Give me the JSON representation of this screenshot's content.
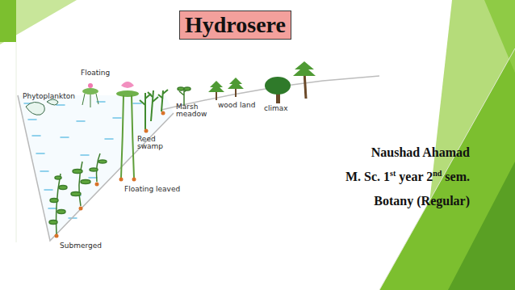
{
  "diagram": {
    "title": "Hydrosere",
    "labels": [
      "Phytoplankton",
      "Floating",
      "Marsh meadow",
      "wood land",
      "climax",
      "Reed swamp",
      "Floating leaved",
      "Submerged",
      "Naushad Ahamad",
      "M. Sc. 1st year 2nd sem.",
      "Botany (Regular)"
    ]
  }
}
